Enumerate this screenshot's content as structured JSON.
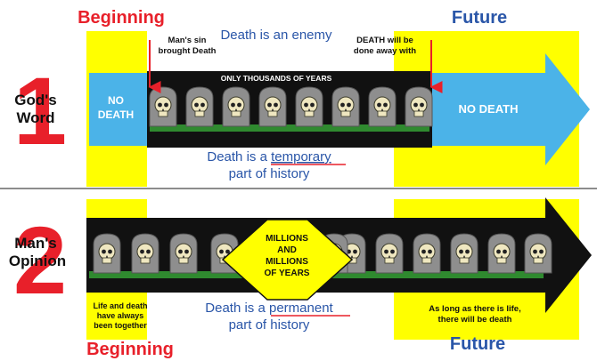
{
  "colors": {
    "yellow": "#ffff00",
    "blue_arrow": "#4bb3e8",
    "black_band": "#111111",
    "red": "#e8202a",
    "blue_text": "#2a56a8",
    "stone": "#8e8e8e",
    "grass": "#2f8a2f",
    "skull": "#efe7c0"
  },
  "top": {
    "beginning_label": "Beginning",
    "future_label": "Future",
    "number": "1",
    "side_label_line1": "God's",
    "side_label_line2": "Word",
    "arrow_left_text_line1": "NO",
    "arrow_left_text_line2": "DEATH",
    "arrow_right_text": "NO DEATH",
    "band_header": "ONLY THOUSANDS OF YEARS",
    "callout_sin_line1": "Man's sin",
    "callout_sin_line2": "brought Death",
    "callout_enemy": "Death is an enemy",
    "callout_doneaway_line1": "DEATH will be",
    "callout_doneaway_line2": "done away with",
    "caption_line1_pre": "Death is a ",
    "caption_line1_em": "temporary",
    "caption_line2": "part of history",
    "tombstone_count": 8,
    "icon": "skull-tombstone-icon"
  },
  "bottom": {
    "beginning_label": "Beginning",
    "future_label": "Future",
    "number": "2",
    "side_label_line1": "Man's",
    "side_label_line2": "Opinion",
    "diamond_line1": "MILLIONS",
    "diamond_line2": "AND",
    "diamond_line3": "MILLIONS",
    "diamond_line4": "OF YEARS",
    "left_note_line1": "Life and death",
    "left_note_line2": "have always",
    "left_note_line3": "been together",
    "right_note_line1": "As long as there is life,",
    "right_note_line2": "there will be death",
    "caption_line1_pre": "Death is a ",
    "caption_line1_em": "permanent",
    "caption_line2": "part of history",
    "tombstone_count": 13,
    "icon": "skull-tombstone-icon"
  }
}
